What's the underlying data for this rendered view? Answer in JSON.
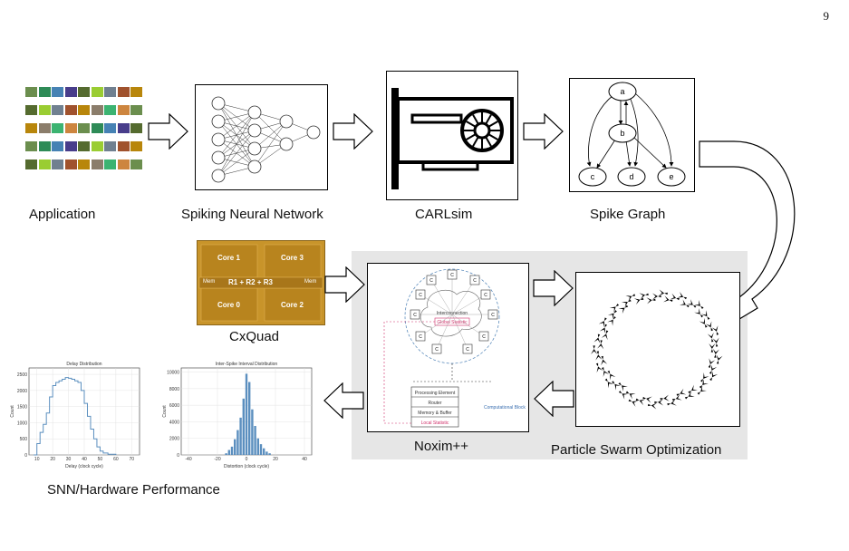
{
  "page_number": "9",
  "captions": {
    "application": "Application",
    "snn": "Spiking Neural Network",
    "carlsim": "CARLsim",
    "spike_graph": "Spike Graph",
    "cxquad": "CxQuad",
    "noxim": "Noxim++",
    "pso": "Particle Swarm Optimization",
    "performance": "SNN/Hardware Performance"
  },
  "spike_graph_nodes": [
    "a",
    "b",
    "c",
    "d",
    "e"
  ],
  "cxquad": {
    "cores": [
      "Core 1",
      "Core 3",
      "Core 0",
      "Core 2"
    ],
    "routers": "R1 + R2 + R3",
    "mem_left": "Mem",
    "mem_right": "Mem"
  },
  "noxim": {
    "interconnection": "Interconnection",
    "global_statistic": "Global Statistic",
    "node_label": "C",
    "stack": [
      "Processing Element",
      "Router",
      "Memory & Buffer",
      "Local Statistic"
    ],
    "computational_block": "Computational Block"
  },
  "colors": {
    "chip_gold": "#c8942a",
    "chart_blue": "#5b8fbf",
    "pink": "#d0306a",
    "gray_bg": "#e6e6e6"
  },
  "chart_data": [
    {
      "type": "line",
      "title": "Delay Distribution",
      "xlabel": "Delay (clock cycle)",
      "ylabel": "Count",
      "xticks": [
        "10",
        "20",
        "30",
        "40",
        "50",
        "60",
        "70"
      ],
      "yticks": [
        "0",
        "500",
        "1000",
        "1500",
        "2000",
        "2500"
      ],
      "xlim": [
        5,
        75
      ],
      "ylim": [
        0,
        2700
      ],
      "x": [
        8,
        10,
        12,
        14,
        16,
        18,
        20,
        22,
        24,
        26,
        28,
        30,
        32,
        34,
        36,
        38,
        40,
        42,
        44,
        46,
        48,
        50,
        52,
        55,
        60
      ],
      "y": [
        0,
        350,
        700,
        950,
        1300,
        1800,
        2150,
        2250,
        2300,
        2350,
        2400,
        2380,
        2350,
        2300,
        2250,
        2000,
        1600,
        1200,
        800,
        500,
        250,
        120,
        60,
        20,
        0
      ]
    },
    {
      "type": "bar",
      "title": "Inter-Spike Interval Distribution",
      "xlabel": "Distortion (clock cycle)",
      "ylabel": "Count",
      "xticks": [
        "-40",
        "-20",
        "0",
        "20",
        "40"
      ],
      "yticks": [
        "0",
        "2000",
        "4000",
        "6000",
        "8000",
        "10000"
      ],
      "xlim": [
        -45,
        45
      ],
      "ylim": [
        0,
        10500
      ],
      "x": [
        -14,
        -12,
        -10,
        -8,
        -6,
        -4,
        -2,
        0,
        2,
        4,
        6,
        8,
        10,
        12,
        14,
        16
      ],
      "y": [
        200,
        600,
        1000,
        1900,
        3000,
        4500,
        6800,
        9800,
        8800,
        5500,
        3500,
        2000,
        1300,
        800,
        400,
        200
      ]
    }
  ]
}
